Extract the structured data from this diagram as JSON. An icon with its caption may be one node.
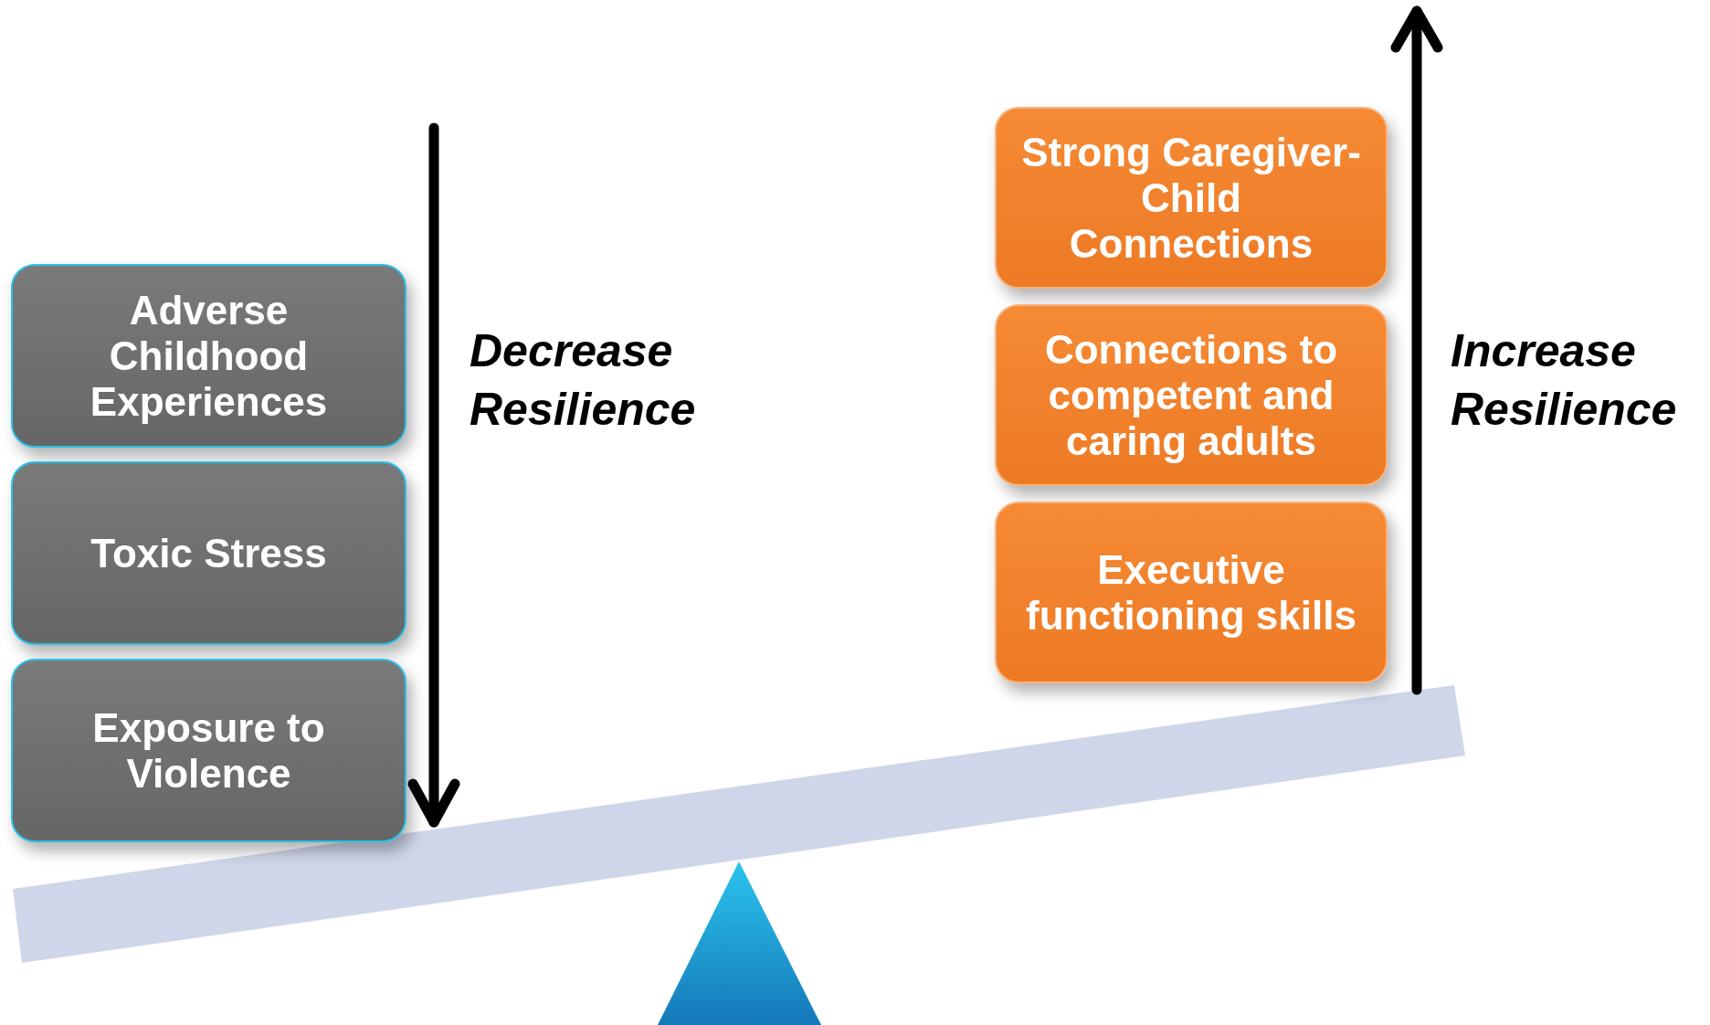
{
  "diagram": {
    "nodes": [
      {
        "text": [
          "Adverse Childhood Experiences"
        ]
      },
      {
        "text": [
          "Toxic Stress"
        ]
      },
      {
        "text": [
          "Exposure to Violence"
        ]
      },
      {
        "text": [
          "Strong Caregiver-Child Connections"
        ]
      },
      {
        "text": [
          "Connections to competent and caring adults"
        ]
      },
      {
        "text": [
          "Executive functioning skills"
        ]
      }
    ],
    "labels": [
      "Decrease Resilience",
      "Increase Resilience"
    ]
  }
}
